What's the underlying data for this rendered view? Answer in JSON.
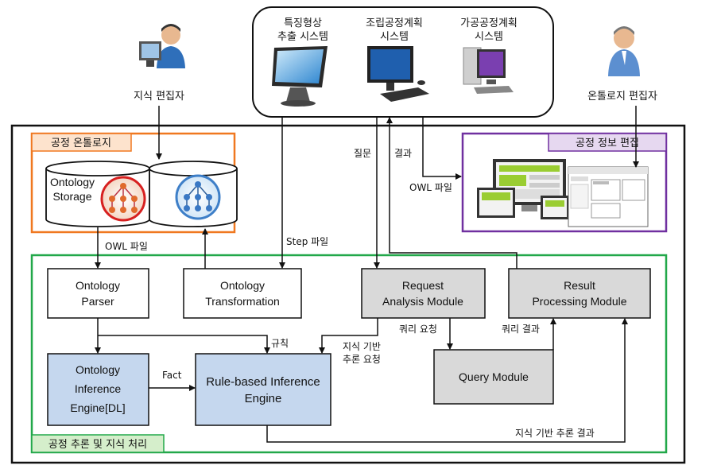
{
  "systems": {
    "feature": [
      "특징형상",
      "추출 시스템"
    ],
    "assembly": [
      "조립공정계획",
      "시스템"
    ],
    "machining": [
      "가공공정계획",
      "시스템"
    ]
  },
  "actors": {
    "knowledge_editor": "지식 편집자",
    "ontology_editor": "온톨로지 편집자"
  },
  "groups": {
    "process_ontology": "공정 온톨로지",
    "process_info_edit": "공정 정보 편집",
    "reasoning": "공정 추론 및 지식 처리"
  },
  "storage": [
    "Ontology",
    "Storage"
  ],
  "modules": {
    "ontology_parser": [
      "Ontology",
      "Parser"
    ],
    "ontology_transformation": [
      "Ontology",
      "Transformation"
    ],
    "request_analysis": [
      "Request",
      "Analysis Module"
    ],
    "result_processing": [
      "Result",
      "Processing Module"
    ],
    "ontology_inference": [
      "Ontology",
      "Inference",
      "Engine[DL]"
    ],
    "rule_inference": [
      "Rule-based Inference",
      "Engine"
    ],
    "query_module": "Query Module"
  },
  "edge_labels": {
    "question": "질문",
    "result": "결과",
    "owl_file_right": "OWL 파일",
    "owl_file_left": "OWL 파일",
    "step_file": "Step 파일",
    "rule": "규칙",
    "knowledge_request": [
      "지식 기반",
      "추론 요청"
    ],
    "query_request": "쿼리 요청",
    "query_result": "쿼리 결과",
    "fact": "Fact",
    "knowledge_result": "지식 기반 추론 결과"
  },
  "colors": {
    "orange": "#f07820",
    "purple": "#7030a0",
    "green": "#22a84a",
    "blue_box": "#c5d7ee",
    "gray_box": "#d9d9d9",
    "green_label": "#d5eecb"
  }
}
